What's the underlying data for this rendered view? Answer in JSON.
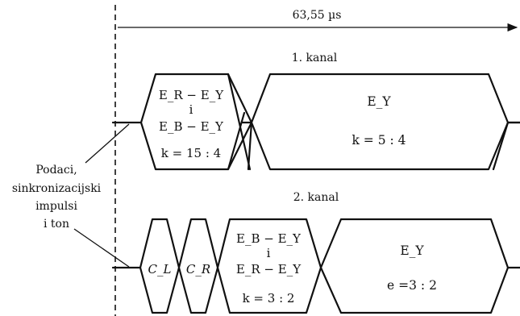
{
  "period": {
    "label": "63,55 µs"
  },
  "channel1": {
    "title": "1. kanal",
    "block1": {
      "l1": "E_R − E_Y",
      "l2": "i",
      "l3": "E_B − E_Y",
      "l4": "k = 15 : 4"
    },
    "block2": {
      "l1": "E_Y",
      "l2": "k = 5 : 4"
    }
  },
  "channel2": {
    "title": "2. kanal",
    "cl": "C_L",
    "cr": "C_R",
    "block1": {
      "l1": "E_B − E_Y",
      "l2": "i",
      "l3": "E_R − E_Y",
      "l4": "k = 3 : 2"
    },
    "block2": {
      "l1": "E_Y",
      "l2": "e =3 : 2"
    }
  },
  "side_label": [
    "Podaci,",
    "sinkronizacijski",
    "impulsi",
    "i ton"
  ]
}
